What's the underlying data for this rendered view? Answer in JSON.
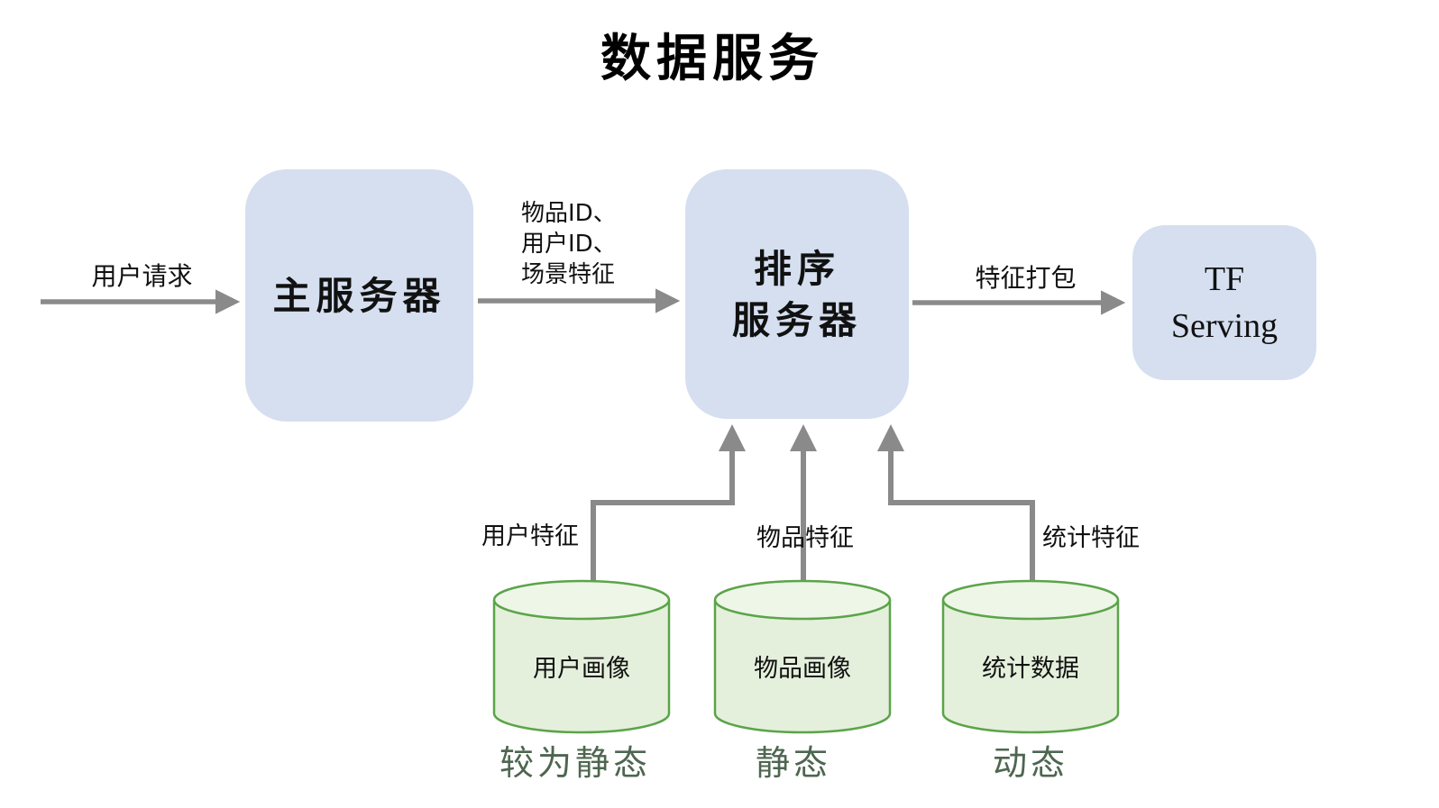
{
  "title": "数据服务",
  "colors": {
    "title_text": "#000000",
    "box_fill": "#d5dff0",
    "arrow": "#8a8a8a",
    "cylinder_fill": "#e4f0dc",
    "cylinder_top_fill": "#eef6e8",
    "cylinder_stroke": "#5ba449",
    "nature_label": "#4e6650"
  },
  "flow": {
    "request_label": "用户请求",
    "main_server_label": "主服务器",
    "ids_label_lines": [
      "物品ID、",
      "用户ID、",
      "场景特征"
    ],
    "rank_server_lines": [
      "排序",
      "服务器"
    ],
    "feature_pack_label": "特征打包",
    "tf_serving_lines": [
      "TF",
      "Serving"
    ]
  },
  "sources": [
    {
      "feature_label": "用户特征",
      "db_label": "用户画像",
      "nature_label": "较为静态"
    },
    {
      "feature_label": "物品特征",
      "db_label": "物品画像",
      "nature_label": "静态"
    },
    {
      "feature_label": "统计特征",
      "db_label": "统计数据",
      "nature_label": "动态"
    }
  ]
}
